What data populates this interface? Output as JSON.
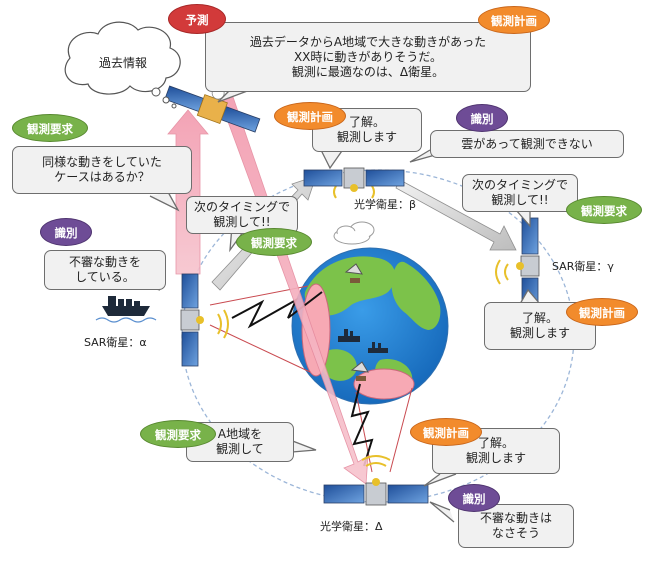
{
  "tags": {
    "prediction": "予測",
    "plan_top": "観測計画",
    "req_left": "観測要求",
    "plan_beta": "観測計画",
    "ident_beta": "識別",
    "ident_alpha": "識別",
    "req_center": "観測要求",
    "req_gamma": "観測要求",
    "plan_gamma": "観測計画",
    "req_bottom": "観測要求",
    "plan_delta": "観測計画",
    "ident_delta": "識別"
  },
  "bubbles": {
    "past_info": "過去情報",
    "prediction": [
      "過去データからA地域で大きな動きがあった",
      "XX時に動きがありそうだ。",
      "観測に最適なのは、Δ衛星。"
    ],
    "req_left": [
      "同様な動きをしていた",
      "ケースはあるか？"
    ],
    "plan_beta": [
      "了解。",
      "観測します"
    ],
    "ident_beta": [
      "雲があって観測できない"
    ],
    "ident_alpha": [
      "不審な動きを",
      "している。"
    ],
    "req_center": [
      "次のタイミングで",
      "観測して!!"
    ],
    "req_gamma": [
      "次のタイミングで",
      "観測して!!"
    ],
    "plan_gamma": [
      "了解。",
      "観測します"
    ],
    "req_bottom": [
      "A地域を",
      "観測して"
    ],
    "plan_delta": [
      "了解。",
      "観測します"
    ],
    "ident_delta": [
      "不審な動きは",
      "なさそう"
    ]
  },
  "satellites": {
    "alpha": "SAR衛星：α",
    "beta": "光学衛星：β",
    "gamma": "SAR衛星：γ",
    "delta": "光学衛星：Δ"
  },
  "colors": {
    "bubble_fill": "#f1f1f1",
    "prediction_red": "#d23a3a",
    "plan_orange": "#f28b2c",
    "request_green": "#78b24a",
    "identify_purple": "#6e4c96",
    "ocean_blue": "#1f7fd4",
    "land_green": "#78c04a"
  }
}
